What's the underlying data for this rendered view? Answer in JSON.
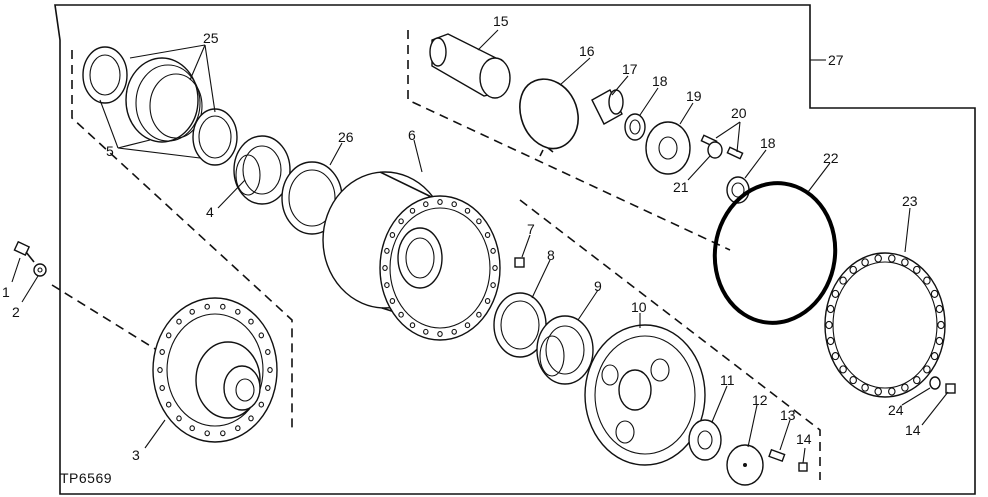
{
  "figure_id": "TP6569",
  "callouts": [
    "1",
    "2",
    "3",
    "4",
    "5",
    "6",
    "7",
    "8",
    "9",
    "10",
    "11",
    "12",
    "13",
    "14",
    "14",
    "15",
    "16",
    "17",
    "18",
    "18",
    "19",
    "20",
    "21",
    "22",
    "23",
    "24",
    "25",
    "26",
    "27"
  ]
}
